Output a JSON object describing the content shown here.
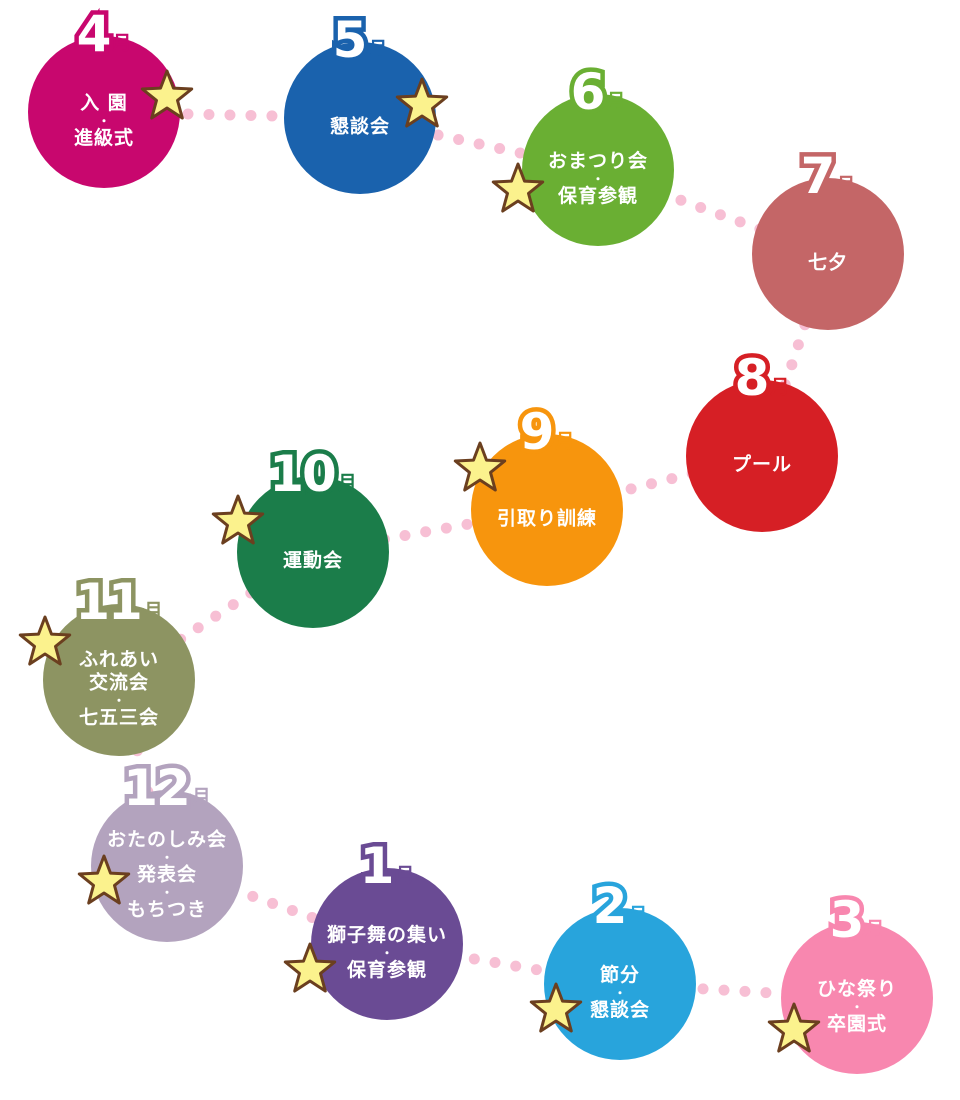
{
  "months": [
    {
      "key": "apr",
      "num": "4",
      "unit": "月",
      "color": "#c8076e",
      "events": [
        "入 園",
        "進級式"
      ]
    },
    {
      "key": "may",
      "num": "5",
      "unit": "月",
      "color": "#1a62ad",
      "events": [
        "懇談会"
      ]
    },
    {
      "key": "jun",
      "num": "6",
      "unit": "月",
      "color": "#6aaf33",
      "events": [
        "おまつり会",
        "保育参観"
      ]
    },
    {
      "key": "jul",
      "num": "7",
      "unit": "月",
      "color": "#c46667",
      "events": [
        "七夕"
      ]
    },
    {
      "key": "aug",
      "num": "8",
      "unit": "月",
      "color": "#d61f25",
      "events": [
        "プール"
      ]
    },
    {
      "key": "sep",
      "num": "9",
      "unit": "月",
      "color": "#f7950d",
      "events": [
        "引取り訓練"
      ]
    },
    {
      "key": "oct",
      "num": "10",
      "unit": "月",
      "color": "#1b7d4a",
      "events": [
        "運動会"
      ]
    },
    {
      "key": "nov",
      "num": "11",
      "unit": "月",
      "color": "#8d9462",
      "events": [
        "ふれあい\n交流会",
        "七五三会"
      ]
    },
    {
      "key": "dec",
      "num": "12",
      "unit": "月",
      "color": "#b3a3be",
      "events": [
        "おたのしみ会",
        "発表会",
        "もちつき"
      ]
    },
    {
      "key": "jan",
      "num": "1",
      "unit": "月",
      "color": "#6a4b94",
      "events": [
        "獅子舞の集い",
        "保育参観"
      ]
    },
    {
      "key": "feb",
      "num": "2",
      "unit": "月",
      "color": "#28a4dc",
      "events": [
        "節分",
        "懇談会"
      ]
    },
    {
      "key": "mar",
      "num": "3",
      "unit": "月",
      "color": "#f887af",
      "events": [
        "ひな祭り",
        "卒園式"
      ]
    }
  ],
  "dot_separator": "・",
  "path_color": "#f7bfd4",
  "star_fill": "#fbf28d",
  "star_stroke": "#6b3f1f"
}
